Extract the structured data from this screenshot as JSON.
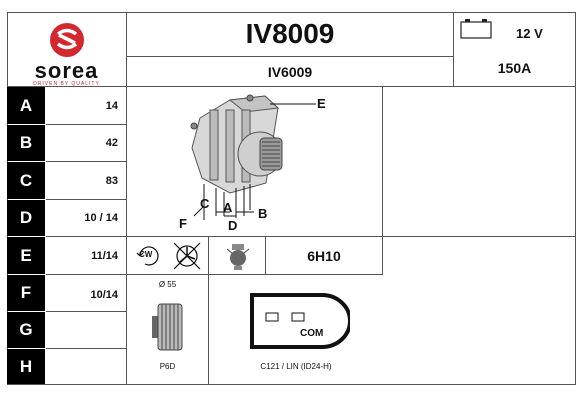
{
  "header": {
    "brand_name": "sorea",
    "brand_tagline": "DRIVEN BY QUALITY",
    "part_number": "IV8009",
    "alt_number": "IV6009",
    "voltage": "12 V",
    "amperage": "150A"
  },
  "rows": [
    {
      "letter": "A",
      "value": "14"
    },
    {
      "letter": "B",
      "value": "42"
    },
    {
      "letter": "C",
      "value": "83"
    },
    {
      "letter": "D",
      "value": "10 / 14"
    },
    {
      "letter": "E",
      "value": "11/14"
    },
    {
      "letter": "F",
      "value": "10/14"
    },
    {
      "letter": "G",
      "value": ""
    },
    {
      "letter": "H",
      "value": ""
    }
  ],
  "diagram_labels": {
    "e": "E",
    "f": "F",
    "c": "C",
    "a": "A",
    "d": "D",
    "b": "B"
  },
  "rotation": {
    "label": "CW",
    "code": "6H10"
  },
  "pulley": {
    "diameter": "Ø 55",
    "type": "P6D"
  },
  "connector": {
    "label": "COM",
    "code": "C121 / LIN (ID24-H)"
  },
  "colors": {
    "brand_red": "#d2282e",
    "cell_black": "#000000",
    "line": "#555555"
  }
}
